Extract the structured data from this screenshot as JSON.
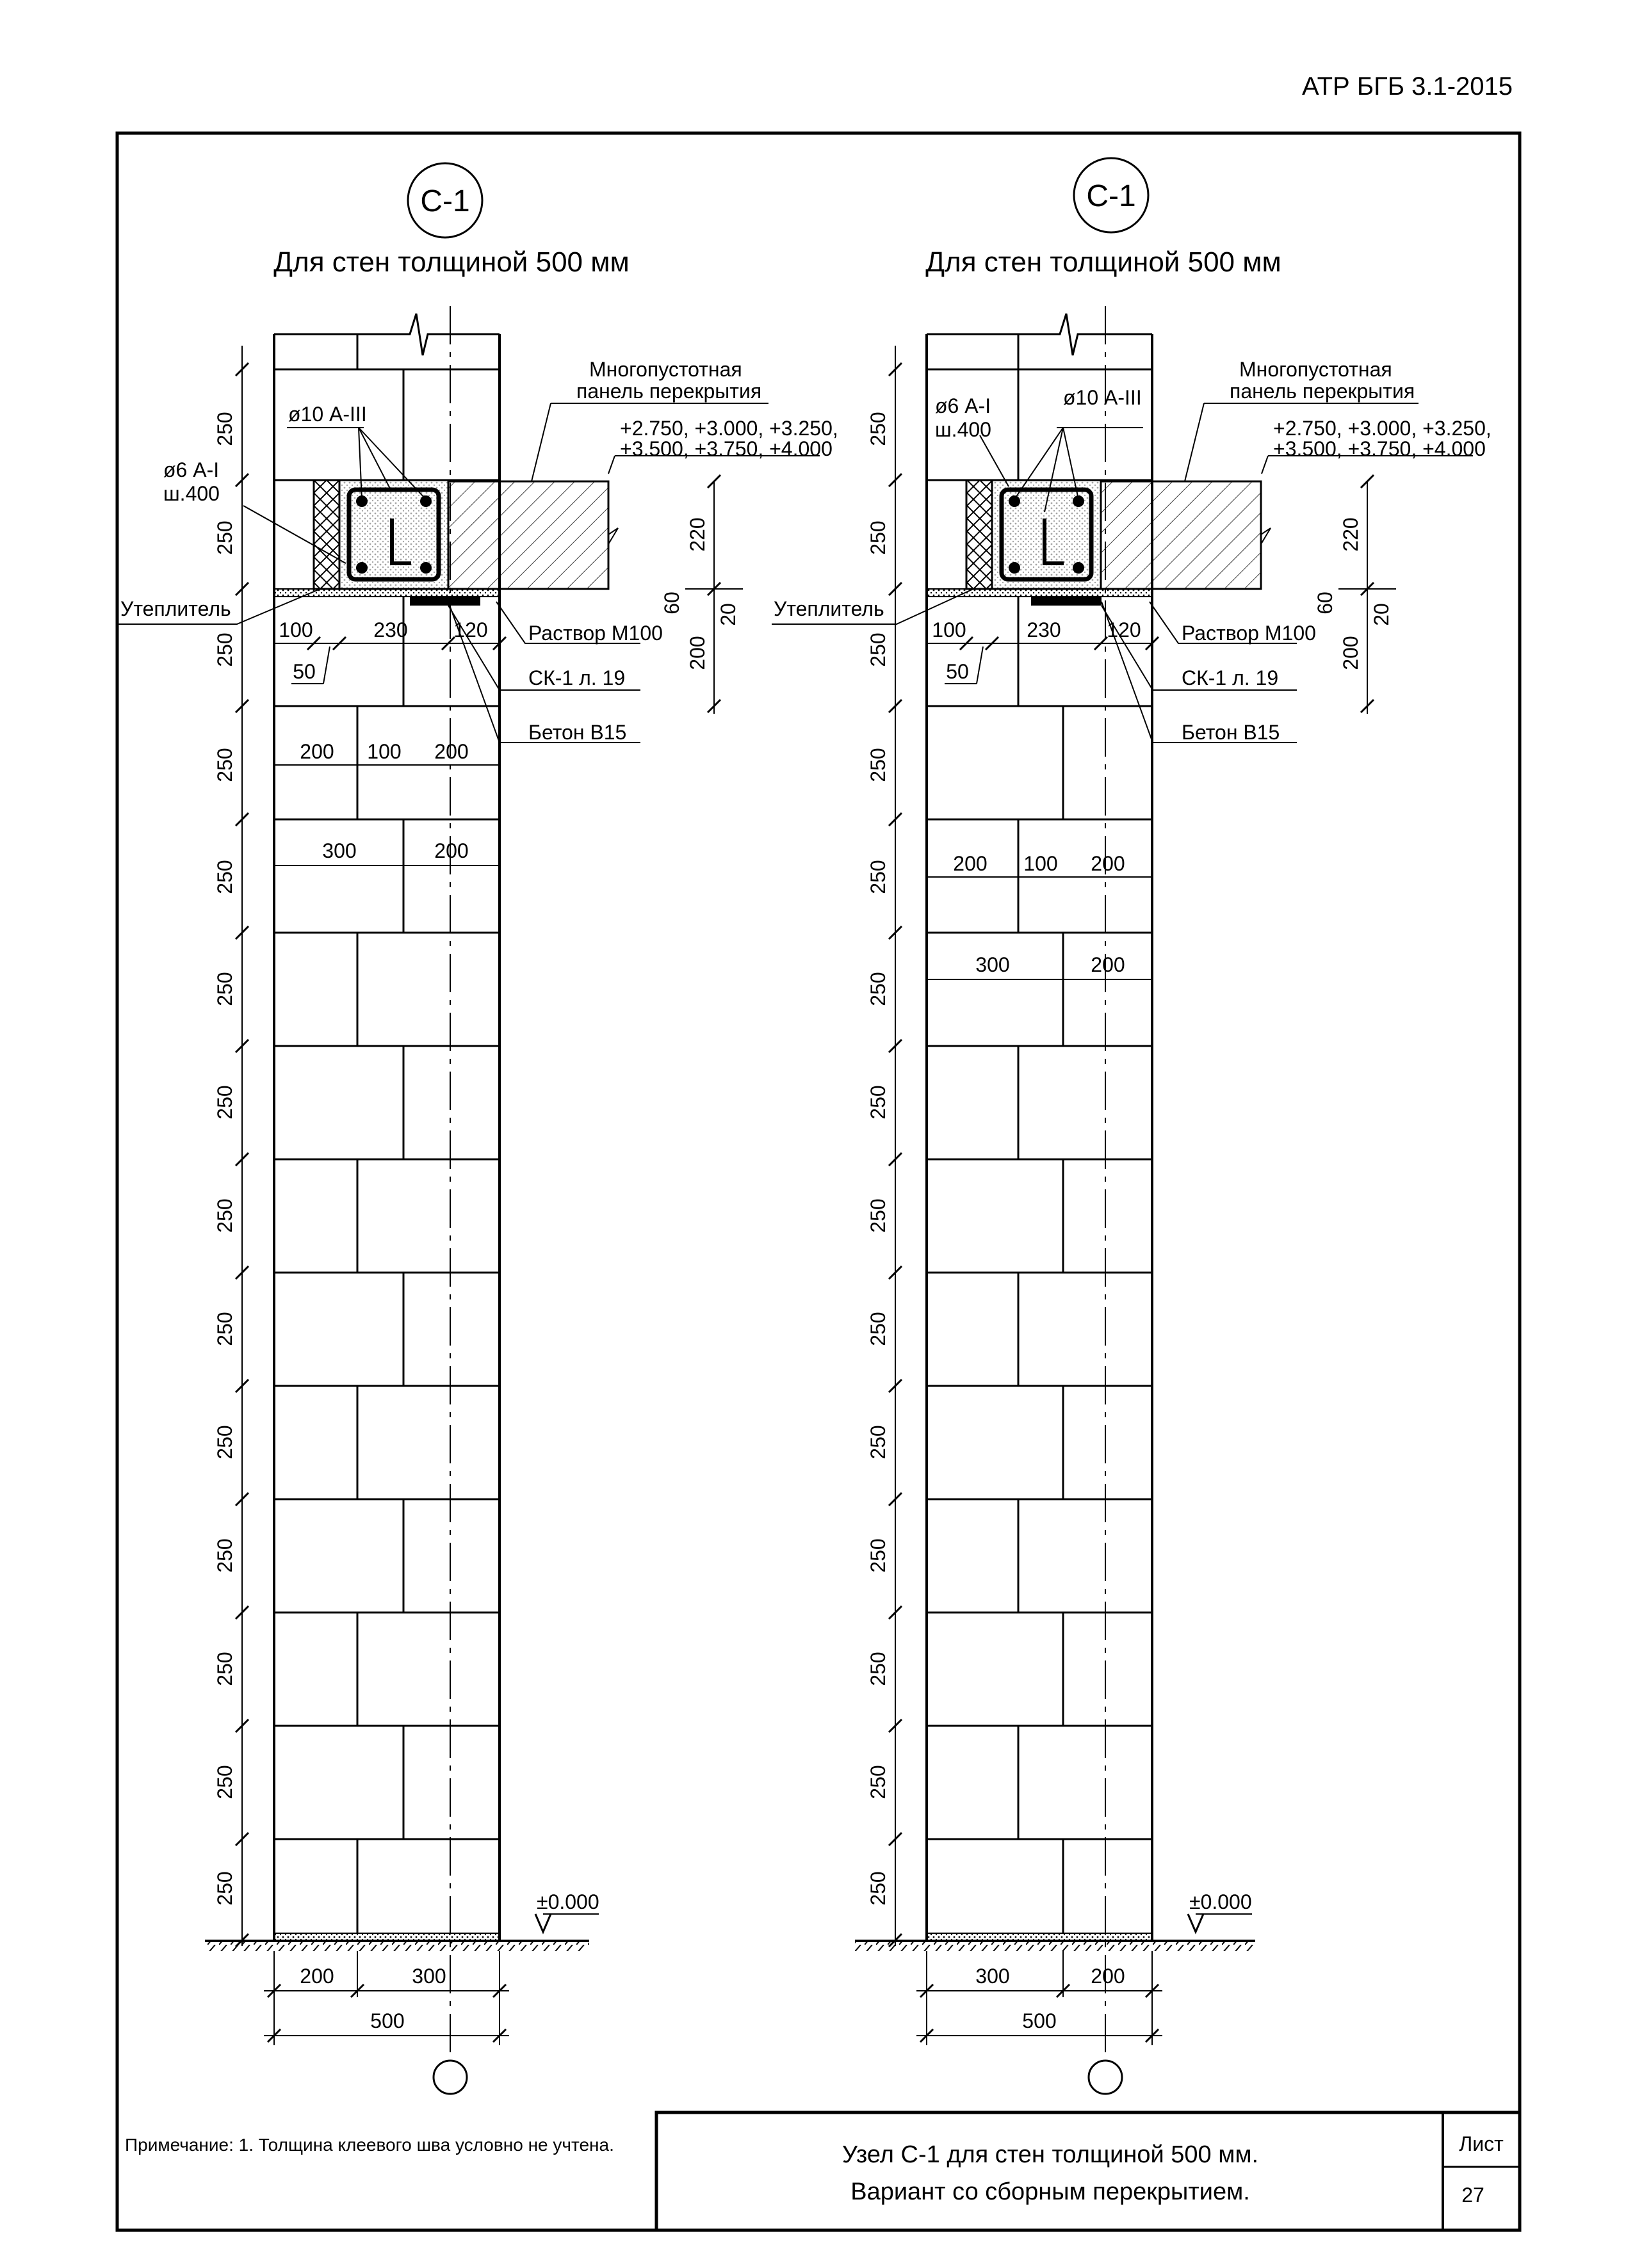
{
  "doc_code": "АТР БГБ 3.1-2015",
  "details": [
    {
      "marker": "С-1",
      "title": "Для стен толщиной 500 мм",
      "labels": {
        "panel_l1": "Многопустотная",
        "panel_l2": "панель перекрытия",
        "elev_l1": "+2.750, +3.000, +3.250,",
        "elev_l2": "+3.500, +3.750, +4.000",
        "rebar10": "ø10 А-III",
        "rebar6_l1": "ø6 А-I",
        "rebar6_l2": "ш.400",
        "insul": "Утеплитель",
        "mortar": "Раствор М100",
        "sk": "СК-1 л. 19",
        "concrete": "Бетон В15",
        "zero": "±0.000"
      },
      "dims": {
        "top_small": [
          "100",
          "230",
          "120"
        ],
        "d50": "50",
        "row1": [
          "200",
          "100",
          "200"
        ],
        "row2": [
          "300",
          "200"
        ],
        "h220": "220",
        "h60": "60",
        "h20": "20",
        "h200": "200",
        "bottom": [
          "200",
          "300"
        ],
        "total": "500",
        "course": "250"
      }
    },
    {
      "marker": "С-1",
      "title": "Для стен толщиной 500 мм",
      "labels": {
        "panel_l1": "Многопустотная",
        "panel_l2": "панель перекрытия",
        "elev_l1": "+2.750, +3.000, +3.250,",
        "elev_l2": "+3.500, +3.750, +4.000",
        "rebar10": "ø10 А-III",
        "rebar6_l1": "ø6 А-I",
        "rebar6_l2": "ш.400",
        "insul": "Утеплитель",
        "mortar": "Раствор М100",
        "sk": "СК-1 л. 19",
        "concrete": "Бетон В15",
        "zero": "±0.000"
      },
      "dims": {
        "top_small": [
          "100",
          "230",
          "120"
        ],
        "d50": "50",
        "row1": [
          "200",
          "100",
          "200"
        ],
        "row2": [
          "300",
          "200"
        ],
        "h220": "220",
        "h60": "60",
        "h20": "20",
        "h200": "200",
        "bottom": [
          "300",
          "200"
        ],
        "total": "500",
        "course": "250"
      }
    }
  ],
  "note": "Примечание: 1. Толщина клеевого шва условно не учтена.",
  "title_block": {
    "line1": "Узел С-1 для стен толщиной 500 мм.",
    "line2": "Вариант со сборным перекрытием.",
    "sheet_label": "Лист",
    "sheet_number": "27"
  }
}
